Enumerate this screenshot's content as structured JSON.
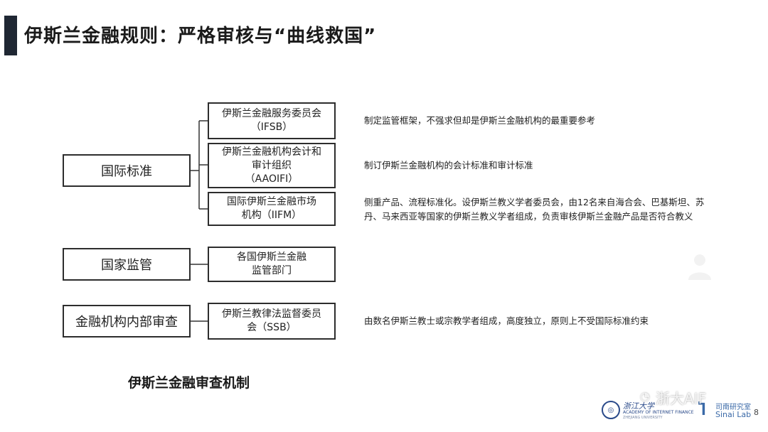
{
  "title": "伊斯兰金融规则：严格审核与“曲线救国”",
  "categories": [
    {
      "label": "国际标准"
    },
    {
      "label": "国家监管"
    },
    {
      "label": "金融机构内部审查"
    }
  ],
  "bodies": [
    {
      "lines": [
        "伊斯兰金融服务委员会",
        "（IFSB）"
      ]
    },
    {
      "lines": [
        "伊斯兰金融机构会计和",
        "审计组织",
        "（AAOIFI）"
      ]
    },
    {
      "lines": [
        "国际伊斯兰金融市场",
        "机构（IIFM）"
      ]
    },
    {
      "lines": [
        "各国伊斯兰金融",
        "监管部门"
      ]
    },
    {
      "lines": [
        "伊斯兰教律法监督委员",
        "会（SSB）"
      ]
    }
  ],
  "descriptions": [
    {
      "lines": [
        "制定监管框架，不强求但却是伊斯兰金融机构的最重要参考"
      ]
    },
    {
      "lines": [
        "制订伊斯兰金融机构的会计标准和审计标准"
      ]
    },
    {
      "lines": [
        "侧重产品、流程标准化。设伊斯兰教义学者委员会，由12名来自海合会、巴基斯坦、苏",
        "丹、马来西亚等国家的伊斯兰教义学者组成，负责审核伊斯兰金融产品是否符合教义"
      ]
    },
    {
      "lines": [
        "由数名伊斯兰教士或宗教学者组成，高度独立，原则上不受国际标准约束"
      ]
    }
  ],
  "caption": "伊斯兰金融审查机制",
  "footer": {
    "school_script": "浙江大学",
    "academy": "ACADEMY OF INTERNET FINANCE",
    "university": "ZHEJIANG UNIVERSITY",
    "lab_cn": "司南研究室",
    "lab_en": "Sinai Lab",
    "watermark": "浙大AIF",
    "page_number": "8"
  },
  "colors": {
    "title_bar": "#1f2733",
    "box_border": "#2d2d2d",
    "logo_blue": "#2a4a8a"
  }
}
